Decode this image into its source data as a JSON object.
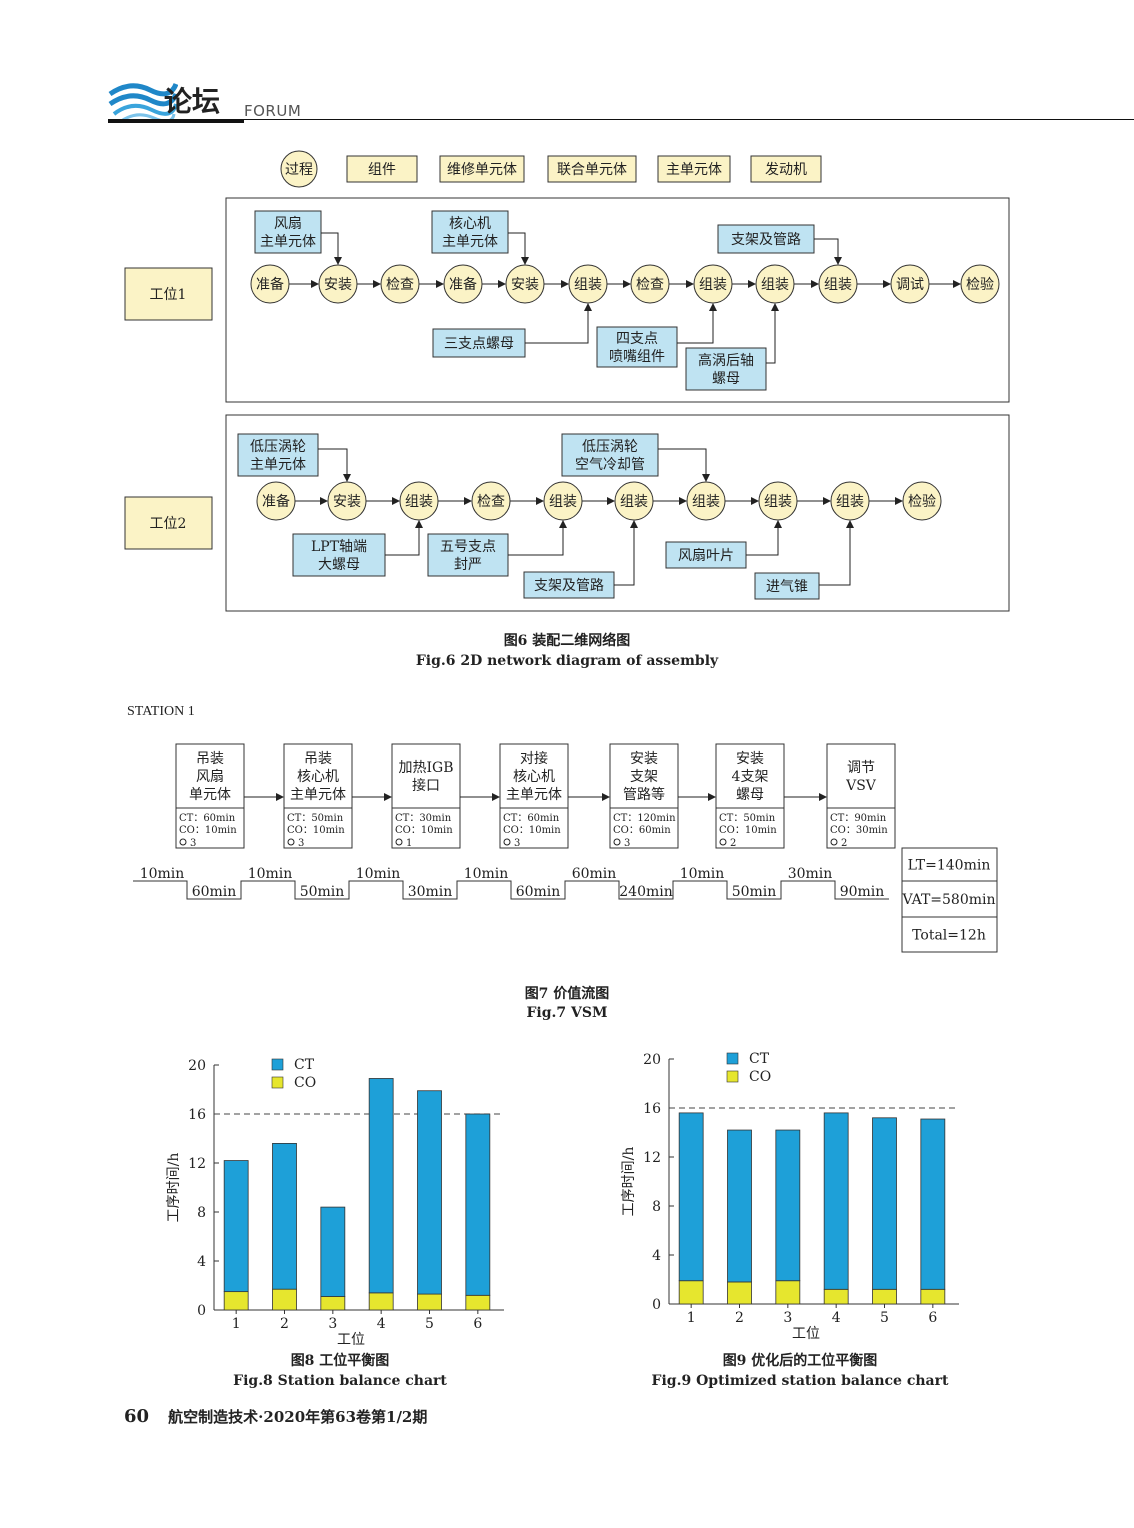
{
  "header": {
    "journal_section": "论坛",
    "section_en": "FORUM"
  },
  "fig6": {
    "legend": [
      "过程",
      "组件",
      "维修单元体",
      "联合单元体",
      "主单元体",
      "发动机"
    ],
    "station1": {
      "label": "工位1",
      "nodes": [
        "准备",
        "安装",
        "检查",
        "准备",
        "安装",
        "组装",
        "检查",
        "组装",
        "组装",
        "组装",
        "调试",
        "检验"
      ],
      "inputs": [
        [
          "风扇",
          "主单元体"
        ],
        [
          "核心机",
          "主单元体"
        ],
        [
          "支架及管路"
        ],
        [
          "三支点螺母"
        ],
        [
          "四支点",
          "喷嘴组件"
        ],
        [
          "高涡后轴",
          "螺母"
        ]
      ]
    },
    "station2": {
      "label": "工位2",
      "nodes": [
        "准备",
        "安装",
        "组装",
        "检查",
        "组装",
        "组装",
        "组装",
        "组装",
        "组装",
        "检验"
      ],
      "inputs": [
        [
          "低压涡轮",
          "主单元体"
        ],
        [
          "低压涡轮",
          "空气冷却管"
        ],
        [
          "LPT轴端",
          "大螺母"
        ],
        [
          "五号支点",
          "封严"
        ],
        [
          "支架及管路"
        ],
        [
          "风扇叶片"
        ],
        [
          "进气锥"
        ]
      ]
    },
    "caption_cn": "图6 装配二维网络图",
    "caption_en": "Fig.6 2D network diagram of assembly"
  },
  "fig7": {
    "station_label": "STATION 1",
    "processes": [
      {
        "lines": [
          "吊装",
          "风扇",
          "单元体"
        ],
        "ct": "CT：60min",
        "co": "CO：10min",
        "op": "3"
      },
      {
        "lines": [
          "吊装",
          "核心机",
          "主单元体"
        ],
        "ct": "CT：50min",
        "co": "CO：10min",
        "op": "3"
      },
      {
        "lines": [
          "加热IGB",
          "接口"
        ],
        "ct": "CT：30min",
        "co": "CO：10min",
        "op": "1"
      },
      {
        "lines": [
          "对接",
          "核心机",
          "主单元体"
        ],
        "ct": "CT：60min",
        "co": "CO：10min",
        "op": "3"
      },
      {
        "lines": [
          "安装",
          "支架",
          "管路等"
        ],
        "ct": "CT：120min",
        "co": "CO：60min",
        "op": "3"
      },
      {
        "lines": [
          "安装",
          "4支架",
          "螺母"
        ],
        "ct": "CT：50min",
        "co": "CO：10min",
        "op": "2"
      },
      {
        "lines": [
          "调节",
          "VSV"
        ],
        "ct": "CT：90min",
        "co": "CO：30min",
        "op": "2"
      }
    ],
    "timeline_upper": [
      "10min",
      "10min",
      "10min",
      "10min",
      "60min",
      "10min",
      "30min"
    ],
    "timeline_lower": [
      "60min",
      "50min",
      "30min",
      "60min",
      "240min",
      "50min",
      "90min"
    ],
    "summary": [
      "LT=140min",
      "VAT=580min",
      "Total=12h"
    ],
    "caption_cn": "图7 价值流图",
    "caption_en": "Fig.7 VSM"
  },
  "chart_data": [
    {
      "type": "bar",
      "stacked": true,
      "categories": [
        "1",
        "2",
        "3",
        "4",
        "5",
        "6"
      ],
      "series": [
        {
          "name": "CO",
          "values": [
            1.5,
            1.7,
            1.1,
            1.4,
            1.3,
            1.2
          ]
        },
        {
          "name": "CT",
          "values": [
            10.7,
            11.9,
            7.3,
            17.5,
            16.6,
            14.8
          ]
        }
      ],
      "reference_line": 16,
      "xlabel": "工位",
      "ylabel": "工序时间/h",
      "ylim": [
        0,
        20
      ],
      "yticks": [
        0,
        4,
        8,
        12,
        16,
        20
      ],
      "legend": "top-center",
      "colors": {
        "CT": "#1ea0d8",
        "CO": "#e6e62e"
      },
      "caption_cn": "图8 工位平衡图",
      "caption_en": "Fig.8 Station balance chart"
    },
    {
      "type": "bar",
      "stacked": true,
      "categories": [
        "1",
        "2",
        "3",
        "4",
        "5",
        "6"
      ],
      "series": [
        {
          "name": "CO",
          "values": [
            1.9,
            1.8,
            1.9,
            1.2,
            1.2,
            1.2
          ]
        },
        {
          "name": "CT",
          "values": [
            13.7,
            12.4,
            12.3,
            14.4,
            14.0,
            13.9
          ]
        }
      ],
      "reference_line": 16,
      "xlabel": "工位",
      "ylabel": "工序时间/h",
      "ylim": [
        0,
        20
      ],
      "yticks": [
        0,
        4,
        8,
        12,
        16,
        20
      ],
      "legend": "top-center",
      "colors": {
        "CT": "#1ea0d8",
        "CO": "#e6e62e"
      },
      "caption_cn": "图9 优化后的工位平衡图",
      "caption_en": "Fig.9 Optimized station balance chart"
    }
  ],
  "footer": {
    "page_number": "60",
    "journal": "航空制造技术·2020年第63卷第1/2期"
  }
}
